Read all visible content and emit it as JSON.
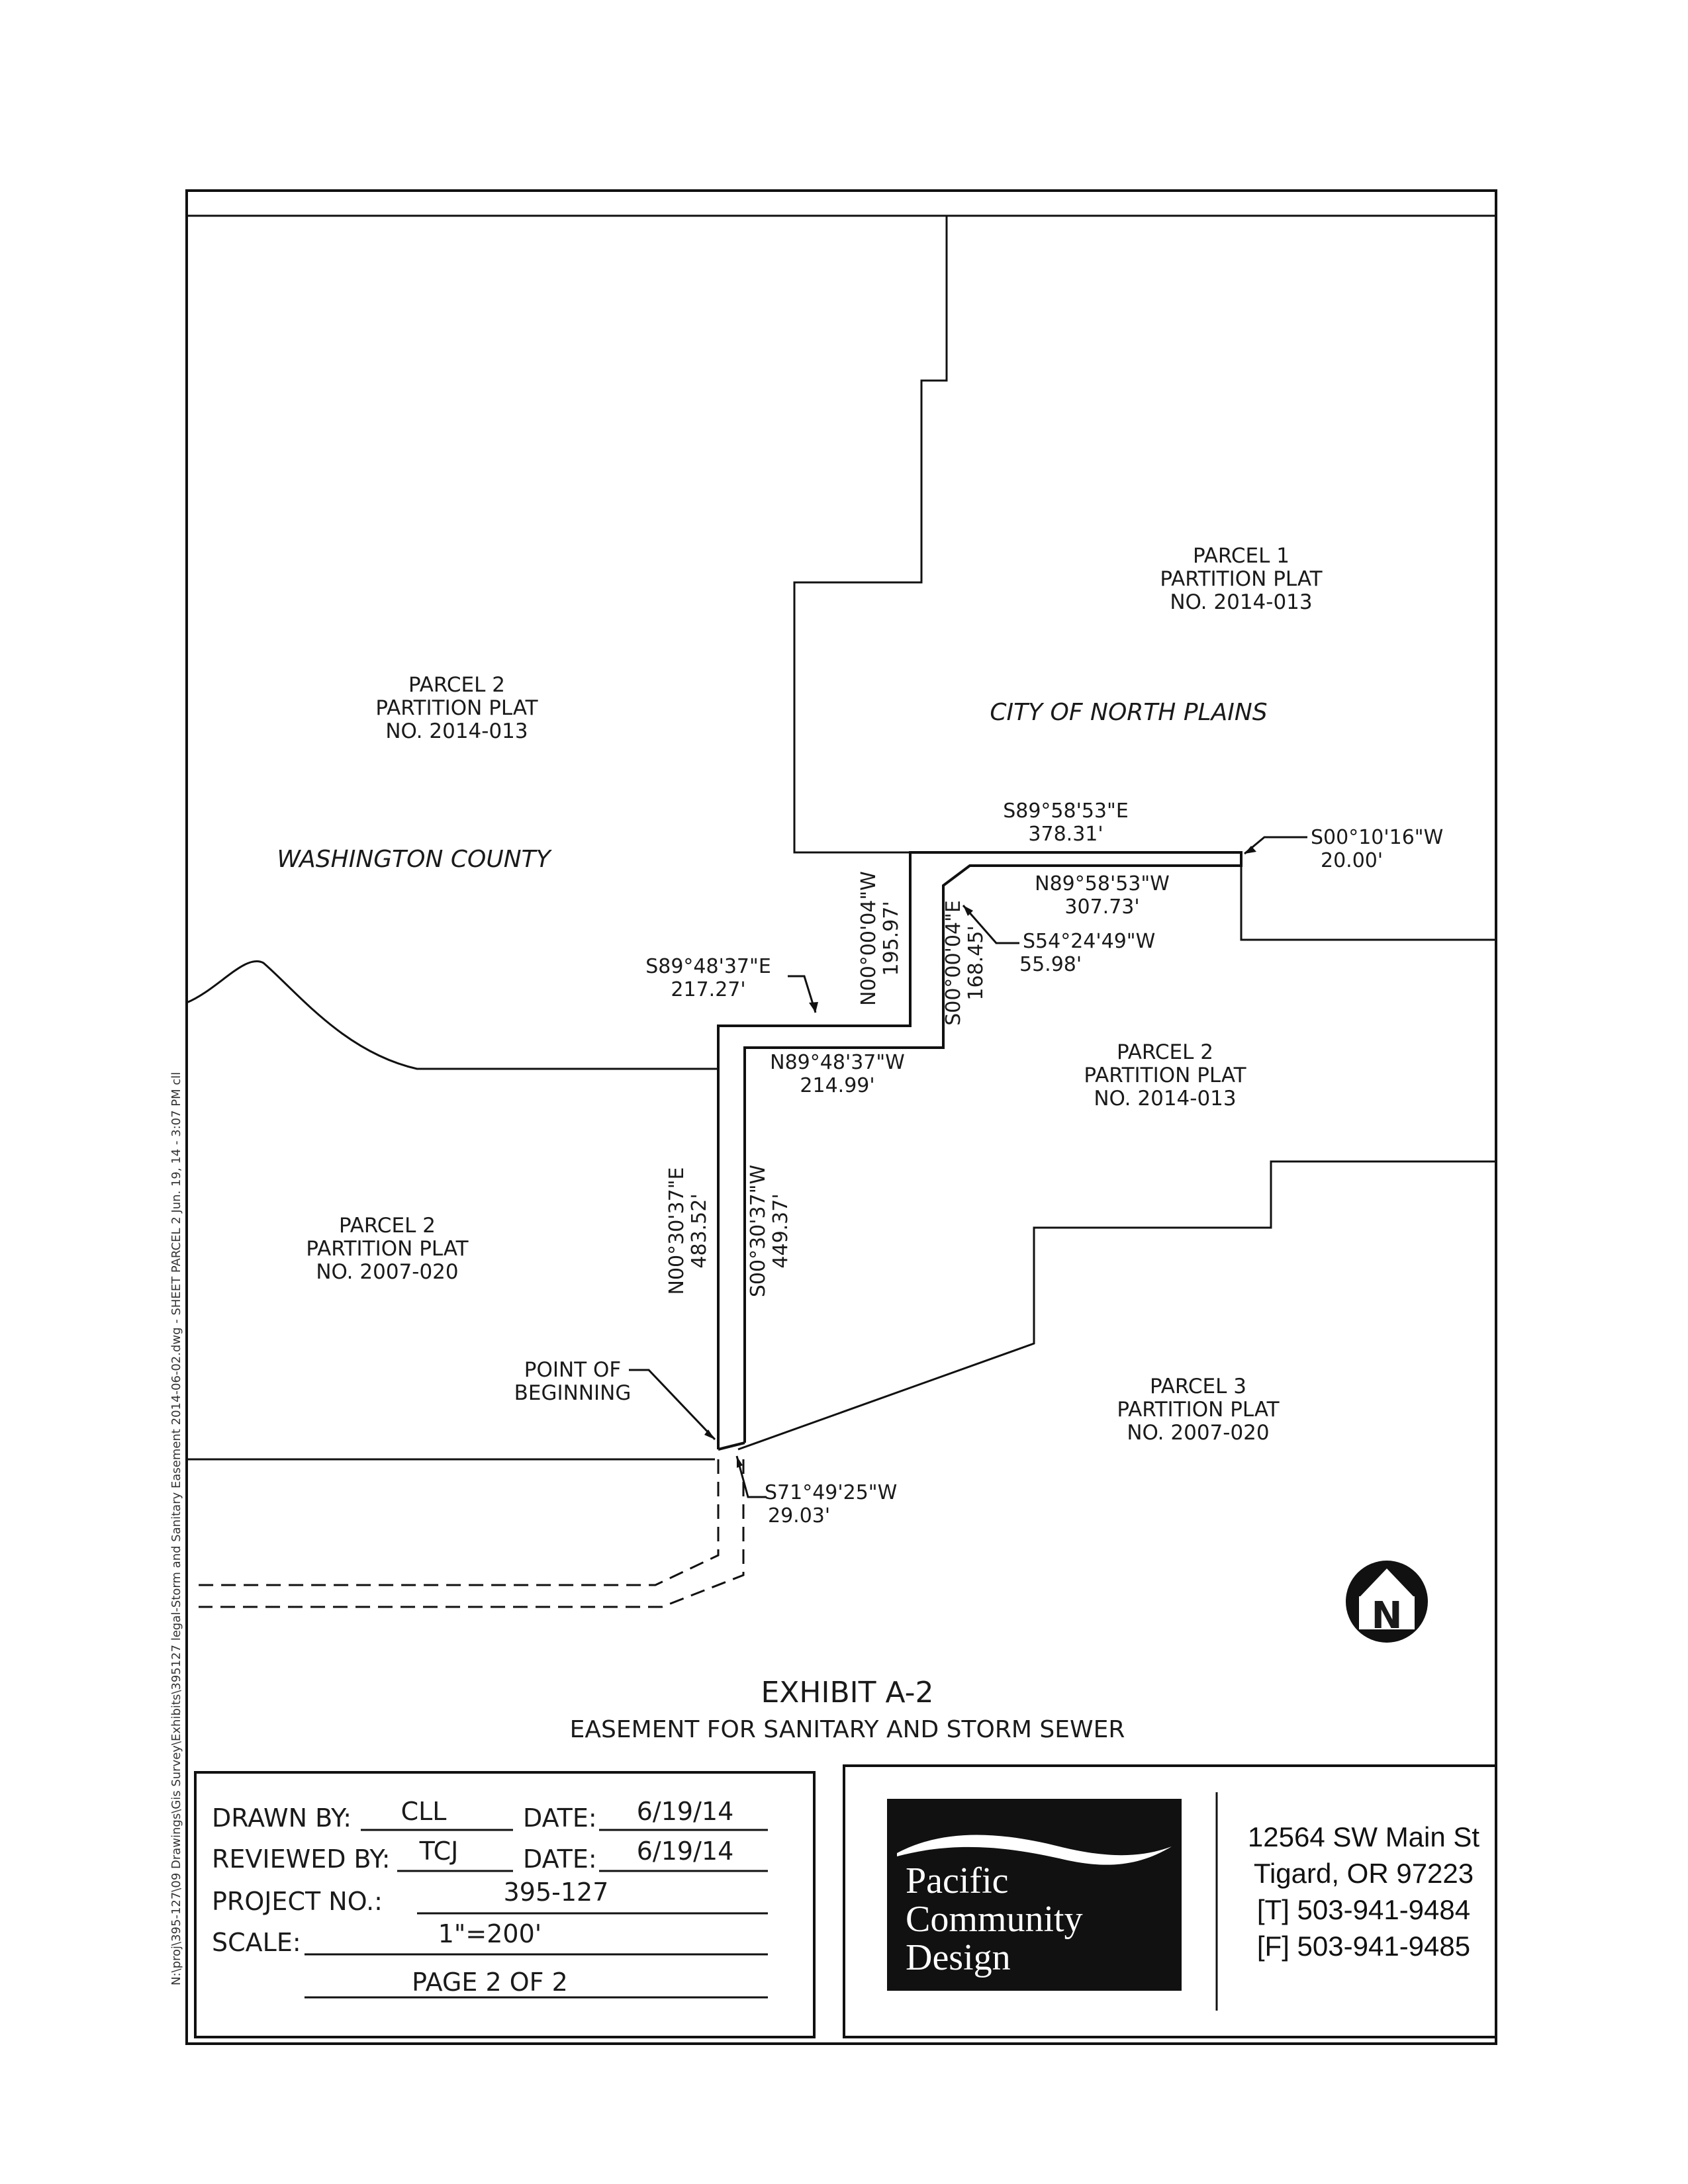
{
  "side_note": "N:\\proj\\395-127\\09 Drawings\\Gis Survey\\Exhibits\\395127 legal-Storm and Sanitary Easement 2014-06-02.dwg - SHEET PARCEL 2   Jun. 19, 14 - 3:07 PM cll",
  "parcels": {
    "p1_line1": "PARCEL 1",
    "p1_line2": "PARTITION PLAT",
    "p1_line3": "NO. 2014-013",
    "p2n_line1": "PARCEL 2",
    "p2n_line2": "PARTITION PLAT",
    "p2n_line3": "NO. 2014-013",
    "p2e_line1": "PARCEL 2",
    "p2e_line2": "PARTITION PLAT",
    "p2e_line3": "NO. 2014-013",
    "p2s_line1": "PARCEL 2",
    "p2s_line2": "PARTITION PLAT",
    "p2s_line3": "NO. 2007-020",
    "p3_line1": "PARCEL 3",
    "p3_line2": "PARTITION PLAT",
    "p3_line3": "NO. 2007-020"
  },
  "jurisdictions": {
    "city": "CITY OF NORTH PLAINS",
    "county": "WASHINGTON COUNTY"
  },
  "courses": {
    "c1_bearing": "S89°58'53\"E",
    "c1_dist": "378.31'",
    "c2_bearing": "S00°10'16\"W",
    "c2_dist": "20.00'",
    "c3_bearing": "N89°58'53\"W",
    "c3_dist": "307.73'",
    "c4_bearing": "S54°24'49\"W",
    "c4_dist": "55.98'",
    "c5_bearing": "S00°00'04\"E",
    "c5_dist": "168.45'",
    "c6_bearing": "N00°00'04\"W",
    "c6_dist": "195.97'",
    "c7_bearing": "S89°48'37\"E",
    "c7_dist": "217.27'",
    "c8_bearing": "N89°48'37\"W",
    "c8_dist": "214.99'",
    "c9_bearing": "N00°30'37\"E",
    "c9_dist": "483.52'",
    "c10_bearing": "S00°30'37\"W",
    "c10_dist": "449.37'",
    "c11_bearing": "S71°49'25\"W",
    "c11_dist": "29.03'"
  },
  "pob": {
    "line1": "POINT OF",
    "line2": "BEGINNING"
  },
  "north_arrow": {
    "icon": "north-arrow-icon",
    "letter": "N"
  },
  "exhibit": {
    "title": "EXHIBIT A-2",
    "subtitle": "EASEMENT FOR SANITARY AND STORM SEWER"
  },
  "title_block": {
    "drawn_label": "DRAWN BY:",
    "drawn_value": "CLL",
    "date_label_1": "DATE:",
    "date_value_1": "6/19/14",
    "reviewed_label": "REVIEWED BY:",
    "reviewed_value": "TCJ",
    "date_label_2": "DATE:",
    "date_value_2": "6/19/14",
    "project_label": "PROJECT NO.:",
    "project_value": "395-127",
    "scale_label": "SCALE:",
    "scale_value": "1\"=200'",
    "page": "PAGE 2 OF 2"
  },
  "company": {
    "name_line1": "Pacific",
    "name_line2": "Community",
    "name_line3": "Design",
    "address1": "12564 SW Main St",
    "address2": "Tigard, OR 97223",
    "phone": "[T] 503-941-9484",
    "fax": "[F] 503-941-9485"
  }
}
